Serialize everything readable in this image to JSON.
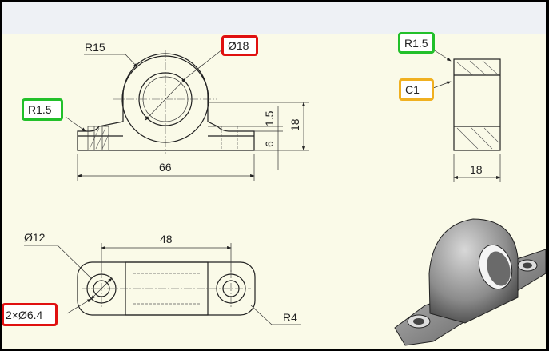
{
  "colors": {
    "sheet": "#fafae8",
    "callout_green": "#22c02a",
    "callout_red": "#e01010",
    "callout_orange": "#f0b020"
  },
  "callouts": {
    "front_fillet": "R1.5",
    "boss_bore": "Ø18",
    "side_fillet": "R1.5",
    "side_chamfer": "C1",
    "mount_holes": "2×Ø6.4"
  },
  "dimensions": {
    "boss_radius": "R15",
    "base_length": "66",
    "step_height": "1.5",
    "base_thickness": "6",
    "total_height": "18",
    "side_width": "18",
    "counterbore": "Ø12",
    "hole_spacing": "48",
    "corner_radius": "R4"
  },
  "views": [
    "front-view",
    "side-view",
    "top-view",
    "isometric-view"
  ]
}
